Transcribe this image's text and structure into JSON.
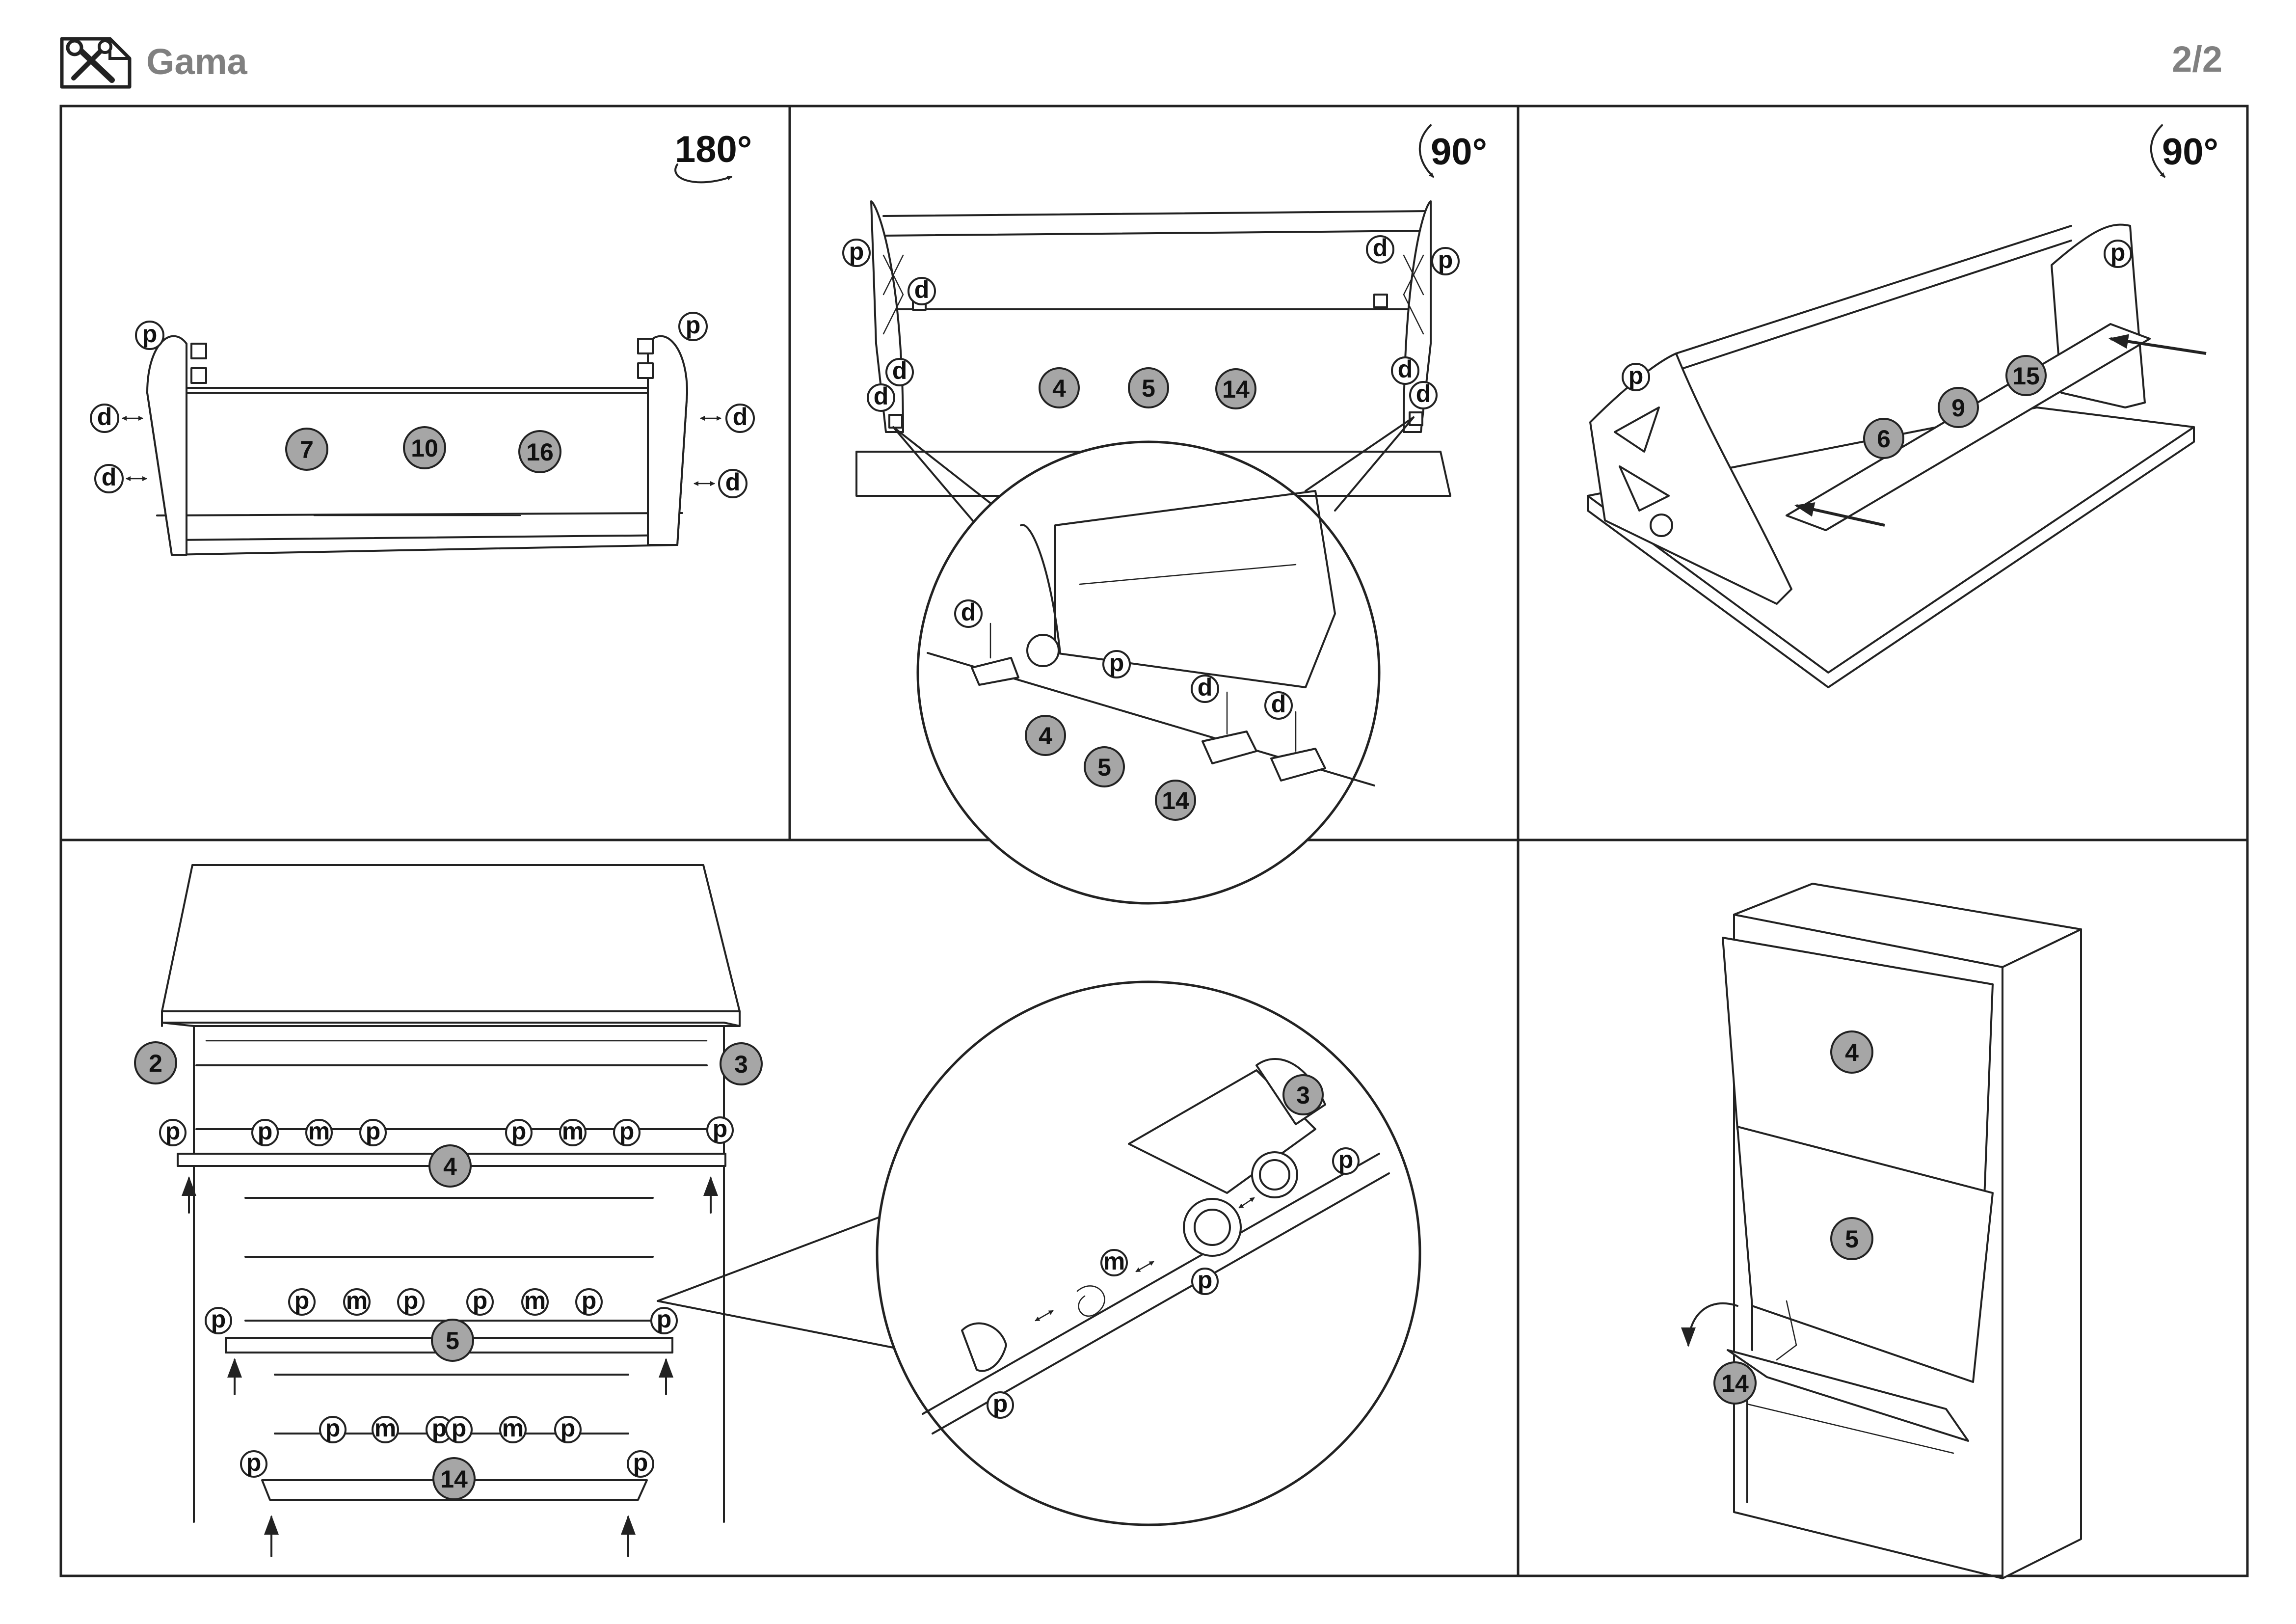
{
  "header": {
    "brand": "Gama",
    "page": "2/2"
  },
  "icons": {
    "logo": "tools-icon",
    "rotate": "rotate-arrow-icon",
    "arrow": "direction-arrow-icon"
  },
  "colors": {
    "part_badge": "#a6a6a6",
    "line": "#222222",
    "header_text": "#808080"
  },
  "panels": {
    "p1": {
      "rotation": "180°",
      "parts": [
        "7",
        "10",
        "16"
      ],
      "fittings": [
        "p",
        "p",
        "d",
        "d",
        "d",
        "d"
      ]
    },
    "p2": {
      "rotation": "90°",
      "parts": [
        "4",
        "5",
        "14"
      ],
      "zoom_parts": [
        "4",
        "5",
        "14"
      ],
      "fittings": [
        "p",
        "p",
        "d",
        "d",
        "d",
        "d",
        "d",
        "d"
      ],
      "zoom_fittings": [
        "d",
        "d",
        "d",
        "p"
      ]
    },
    "p3": {
      "rotation": "90°",
      "parts": [
        "6",
        "9",
        "15"
      ],
      "fittings": [
        "p",
        "p"
      ]
    },
    "p4": {
      "parts": [
        "2",
        "3",
        "4",
        "5",
        "14"
      ],
      "zoom_parts": [
        "3"
      ],
      "letters": {
        "p": "p",
        "m": "m"
      }
    },
    "p5": {
      "parts": [
        "4",
        "5",
        "14"
      ]
    }
  }
}
